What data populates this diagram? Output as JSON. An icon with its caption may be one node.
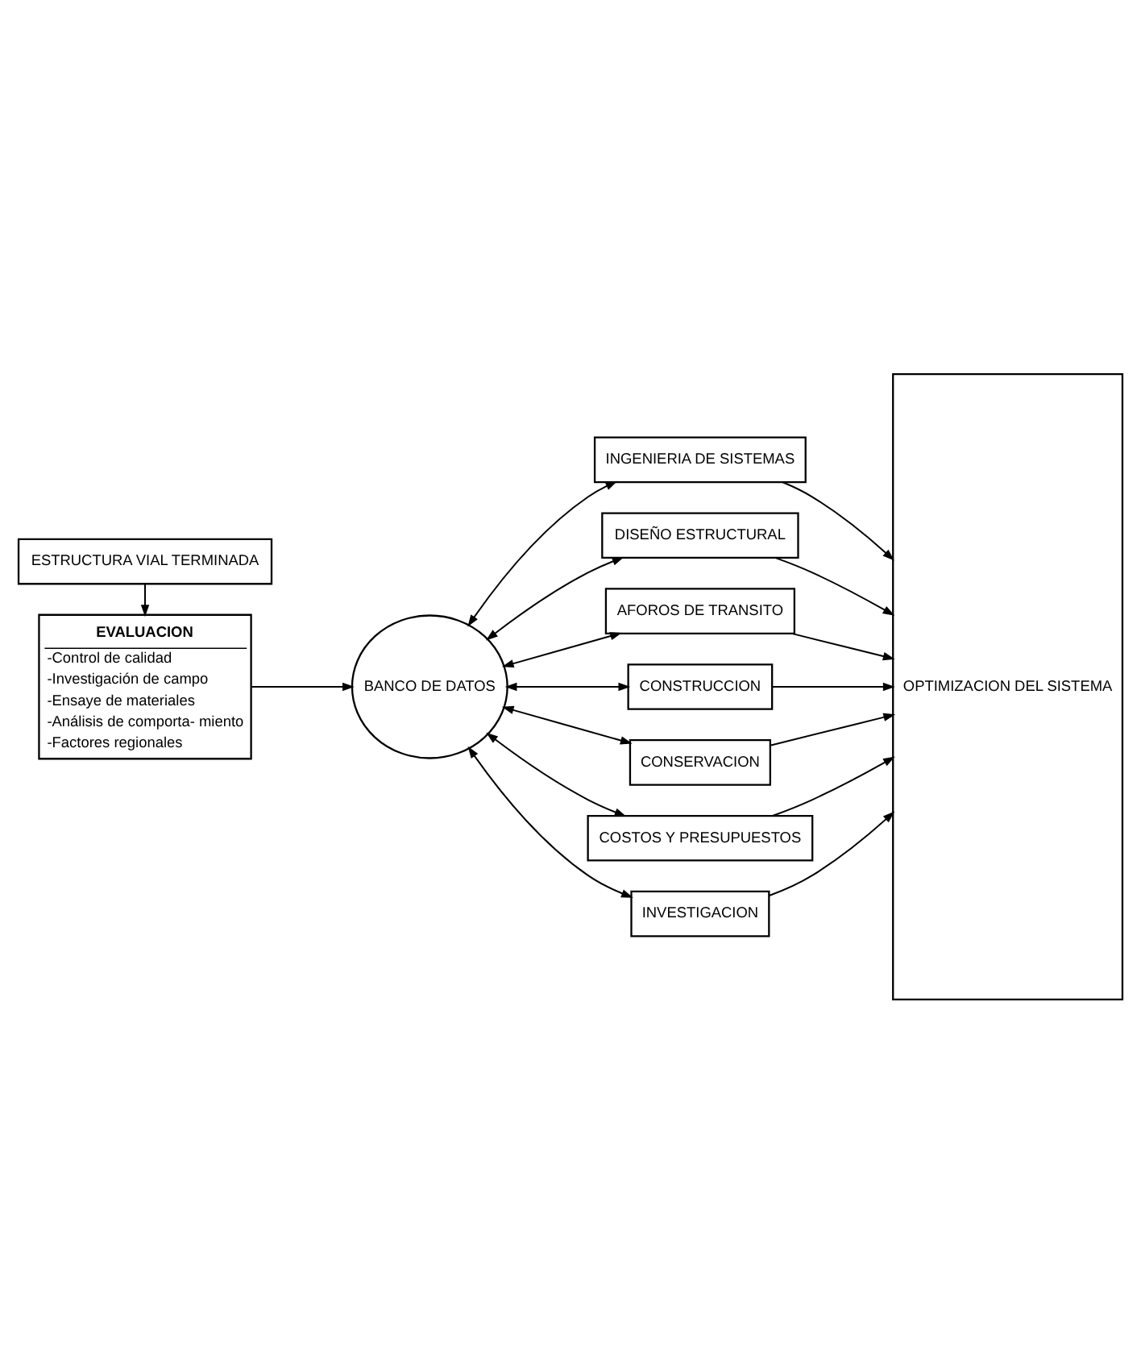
{
  "diagram": {
    "nodes": [
      {
        "text": [
          "ESTRUCTURA VIAL TERMINADA"
        ]
      },
      {
        "text": [
          "EVALUACION",
          "-Control de calidad",
          "-Investigación de campo",
          "-Ensaye de materiales",
          "-Análisis de comporta- miento",
          "-Factores regionales"
        ]
      },
      {
        "text": [
          "BANCO DE DATOS"
        ]
      },
      {
        "text": [
          "INGENIERIA DE SISTEMAS"
        ]
      },
      {
        "text": [
          "DISEÑO ESTRUCTURAL"
        ]
      },
      {
        "text": [
          "AFOROS DE TRANSITO"
        ]
      },
      {
        "text": [
          "CONSTRUCCION"
        ]
      },
      {
        "text": [
          "CONSERVACION"
        ]
      },
      {
        "text": [
          "COSTOS Y PRESUPUESTOS"
        ]
      },
      {
        "text": [
          "INVESTIGACION"
        ]
      },
      {
        "text": [
          "OPTIMIZACION DEL SISTEMA"
        ]
      }
    ],
    "edges": [
      {
        "from": 0,
        "to": 1,
        "arrow": "to"
      },
      {
        "from": 1,
        "to": 2,
        "arrow": "to"
      },
      {
        "from": 2,
        "to": 3,
        "arrow": "both"
      },
      {
        "from": 2,
        "to": 4,
        "arrow": "both"
      },
      {
        "from": 2,
        "to": 5,
        "arrow": "both"
      },
      {
        "from": 2,
        "to": 6,
        "arrow": "both"
      },
      {
        "from": 2,
        "to": 7,
        "arrow": "both"
      },
      {
        "from": 2,
        "to": 8,
        "arrow": "both"
      },
      {
        "from": 2,
        "to": 9,
        "arrow": "both"
      },
      {
        "from": 3,
        "to": 10,
        "arrow": "to"
      },
      {
        "from": 4,
        "to": 10,
        "arrow": "to"
      },
      {
        "from": 5,
        "to": 10,
        "arrow": "to"
      },
      {
        "from": 6,
        "to": 10,
        "arrow": "to"
      },
      {
        "from": 7,
        "to": 10,
        "arrow": "to"
      },
      {
        "from": 8,
        "to": 10,
        "arrow": "to"
      },
      {
        "from": 9,
        "to": 10,
        "arrow": "to"
      }
    ]
  }
}
